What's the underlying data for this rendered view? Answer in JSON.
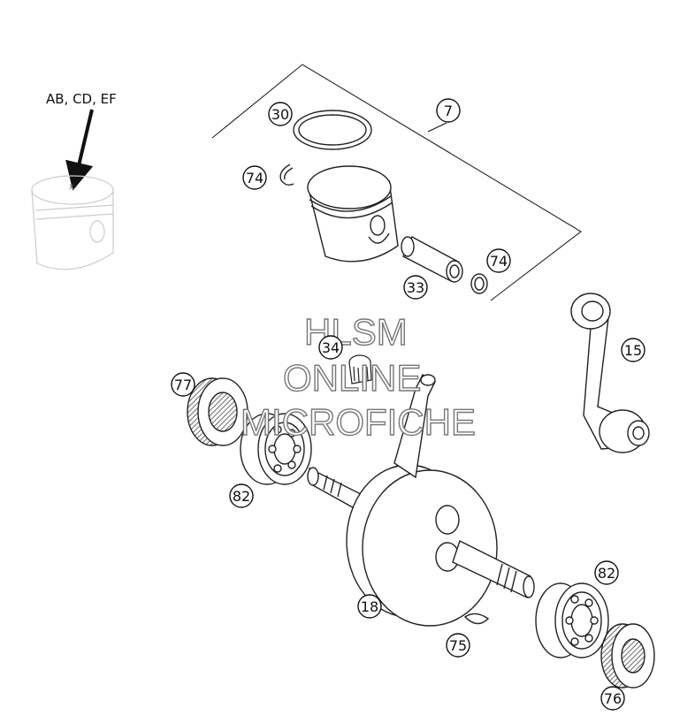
{
  "note_label": "AB, CD, EF",
  "callouts": [
    {
      "id": "c30",
      "number": "30"
    },
    {
      "id": "c7",
      "number": "7"
    },
    {
      "id": "c74a",
      "number": "74"
    },
    {
      "id": "c74b",
      "number": "74"
    },
    {
      "id": "c33",
      "number": "33"
    },
    {
      "id": "c34",
      "number": "34"
    },
    {
      "id": "c15",
      "number": "15"
    },
    {
      "id": "c77",
      "number": "77"
    },
    {
      "id": "c82a",
      "number": "82"
    },
    {
      "id": "c82b",
      "number": "82"
    },
    {
      "id": "c18",
      "number": "18"
    },
    {
      "id": "c75",
      "number": "75"
    },
    {
      "id": "c76",
      "number": "76"
    }
  ],
  "watermark": {
    "line1": "HLSM",
    "line2": "ONLINE",
    "line3": "MICROFICHE"
  }
}
